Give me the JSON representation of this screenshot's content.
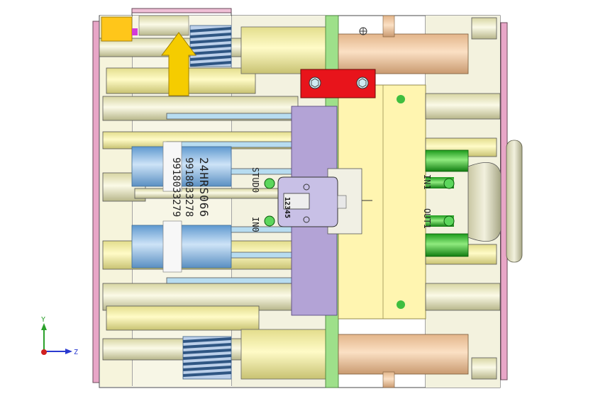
{
  "part_markings": {
    "line1": "24HRS066",
    "line2": "9918033278",
    "line3": "9918033279"
  },
  "port_labels": {
    "stud0": "STUD0",
    "in0": "IN0",
    "in1": "IN1",
    "out1": "OUT1"
  },
  "label_plate": "12345",
  "axis_triad": {
    "y_label": "Y",
    "z_label": "Z"
  },
  "colors": {
    "background": "#ffffff",
    "red_block": "#e8141b",
    "yellow_arrow": "#f5cc00",
    "green_plate": "#9ee08a",
    "purple_plate": "#b3a3d6",
    "light_yellow_plate": "#fff5b0",
    "steel_blue": "#8fbde8",
    "cream": "#f4f1cf",
    "pink_rail": "#e8a6c7"
  }
}
